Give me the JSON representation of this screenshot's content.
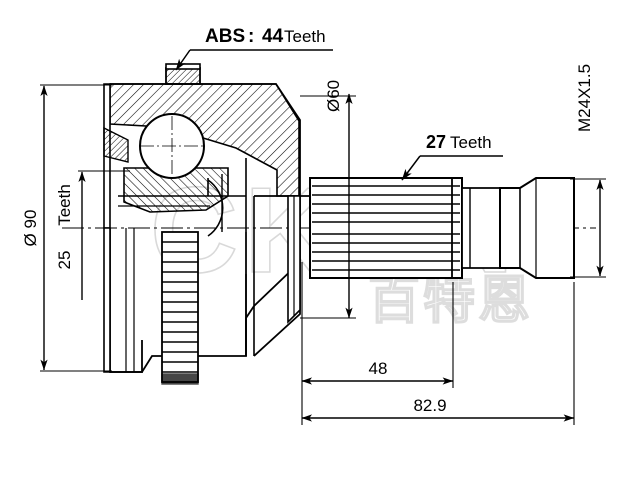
{
  "drawing": {
    "title_note": {
      "prefix": "ABS",
      "separator": ":",
      "count": "44",
      "unit": "Teeth"
    },
    "annotations": [
      {
        "id": "abs-teeth",
        "text": "ABS : 44 Teeth",
        "value": "44",
        "unit": "Teeth",
        "orientation": "horizontal"
      },
      {
        "id": "outer-diameter",
        "text": "Ø 90",
        "value": "90",
        "unit": "mm",
        "orientation": "vertical"
      },
      {
        "id": "inner-teeth",
        "text": "25  Teeth",
        "value": "25",
        "unit": "Teeth",
        "orientation": "vertical"
      },
      {
        "id": "bell-diameter",
        "text": "Ø60",
        "value": "60",
        "unit": "mm",
        "orientation": "vertical"
      },
      {
        "id": "spline-teeth",
        "text": "27  Teeth",
        "value": "27",
        "unit": "Teeth",
        "orientation": "horizontal"
      },
      {
        "id": "thread-spec",
        "text": "M24X1.5",
        "value": "M24X1.5",
        "unit": "mm",
        "orientation": "vertical"
      },
      {
        "id": "spline-length",
        "text": "48",
        "value": "48",
        "unit": "mm",
        "orientation": "horizontal"
      },
      {
        "id": "overall-length",
        "text": "82.9",
        "value": "82.9",
        "unit": "mm",
        "orientation": "horizontal"
      }
    ],
    "labels": {
      "abs_teeth": "ABS : 44 Teeth",
      "abs_prefix": "ABS",
      "abs_colon": ":",
      "abs_value": "44",
      "abs_unit": "Teeth",
      "outer_diameter": "Ø 90",
      "ring_teeth_count": "25",
      "ring_teeth_unit": "Teeth",
      "bell_diameter": "Ø60",
      "spline_teeth_count": "27",
      "spline_teeth_unit": "Teeth",
      "thread": "M24X1.5",
      "dim_48": "48",
      "dim_82_9": "82.9"
    },
    "watermark": {
      "latin": "CKEN",
      "cjk": "百特恩"
    },
    "colors": {
      "line": "#000000",
      "background": "#ffffff",
      "watermark": "#d8d8d8",
      "hatch": "#000000"
    }
  }
}
